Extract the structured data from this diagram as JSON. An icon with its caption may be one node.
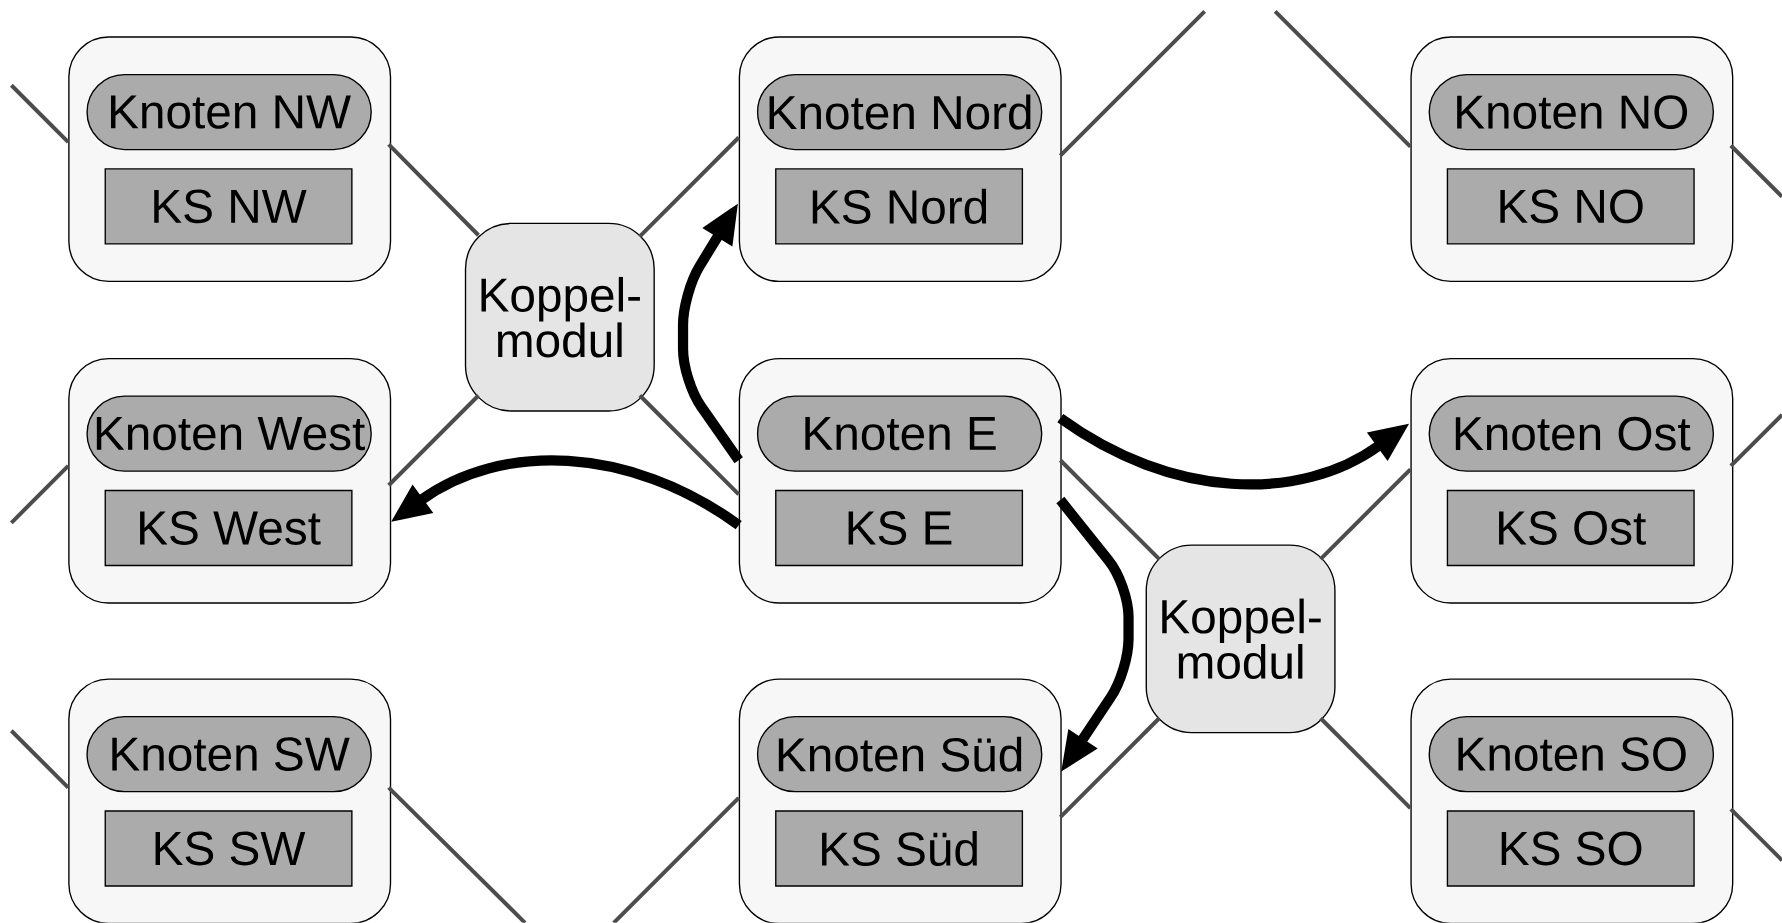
{
  "diagram": {
    "nodes": [
      {
        "text": [],
        "shape": "box"
      },
      {
        "text": [
          "Knoten NW"
        ],
        "in": 0
      },
      {
        "text": [
          "KS NW"
        ],
        "in": 0
      },
      {
        "text": [],
        "shape": "box"
      },
      {
        "text": [
          "Knoten Nord"
        ],
        "in": 3
      },
      {
        "text": [
          "KS Nord"
        ],
        "in": 3
      },
      {
        "text": [],
        "shape": "box"
      },
      {
        "text": [
          "Knoten NO"
        ],
        "in": 6
      },
      {
        "text": [
          "KS NO"
        ],
        "in": 6
      },
      {
        "text": [
          "Koppel- modul"
        ]
      },
      {
        "text": [],
        "shape": "box"
      },
      {
        "text": [
          "Knoten West"
        ],
        "in": 10
      },
      {
        "text": [
          "KS West"
        ],
        "in": 10
      },
      {
        "text": [],
        "shape": "box"
      },
      {
        "text": [
          "Knoten E"
        ],
        "in": 13
      },
      {
        "text": [
          "KS E"
        ],
        "in": 13
      },
      {
        "text": [],
        "shape": "box"
      },
      {
        "text": [
          "Knoten Ost"
        ],
        "in": 16
      },
      {
        "text": [
          "KS Ost"
        ],
        "in": 16
      },
      {
        "text": [
          "Koppel- modul"
        ]
      },
      {
        "text": [],
        "shape": "box"
      },
      {
        "text": [
          "Knoten SW"
        ],
        "in": 20
      },
      {
        "text": [
          "KS SW"
        ],
        "in": 20
      },
      {
        "text": [],
        "shape": "box"
      },
      {
        "text": [
          "Knoten Süd"
        ],
        "in": 23
      },
      {
        "text": [
          "KS Süd"
        ],
        "in": 23
      },
      {
        "text": [],
        "shape": "box"
      },
      {
        "text": [
          "Knoten SO"
        ],
        "in": 26
      },
      {
        "text": [
          "KS SO"
        ],
        "in": 26
      }
    ],
    "edges": [
      {
        "from": null,
        "to": 0,
        "arrow": "none"
      },
      {
        "from": 0,
        "to": 9,
        "arrow": "none"
      },
      {
        "from": 9,
        "to": 3,
        "arrow": "none"
      },
      {
        "from": 3,
        "to": null,
        "arrow": "none"
      },
      {
        "from": null,
        "to": 6,
        "arrow": "none"
      },
      {
        "from": 6,
        "to": null,
        "arrow": "none"
      },
      {
        "from": 9,
        "to": 10,
        "arrow": "none"
      },
      {
        "from": 10,
        "to": null,
        "arrow": "none"
      },
      {
        "from": 9,
        "to": 13,
        "arrow": "none"
      },
      {
        "from": 13,
        "to": 19,
        "arrow": "none"
      },
      {
        "from": 19,
        "to": 16,
        "arrow": "none"
      },
      {
        "from": 16,
        "to": null,
        "arrow": "none"
      },
      {
        "from": null,
        "to": 20,
        "arrow": "none"
      },
      {
        "from": 20,
        "to": null,
        "arrow": "none"
      },
      {
        "from": 19,
        "to": 23,
        "arrow": "none"
      },
      {
        "from": 19,
        "to": 26,
        "arrow": "none"
      },
      {
        "from": 26,
        "to": null,
        "arrow": "none"
      },
      {
        "from": 23,
        "to": null,
        "arrow": "none"
      },
      {
        "from": 13,
        "to": 3,
        "arrow": "to",
        "style": "thick",
        "color": "#000000"
      },
      {
        "from": 13,
        "to": 10,
        "arrow": "to",
        "style": "thick",
        "color": "#000000"
      },
      {
        "from": 13,
        "to": 16,
        "arrow": "to",
        "style": "thick",
        "color": "#000000"
      },
      {
        "from": 13,
        "to": 23,
        "arrow": "to",
        "style": "thick",
        "color": "#000000"
      }
    ]
  }
}
